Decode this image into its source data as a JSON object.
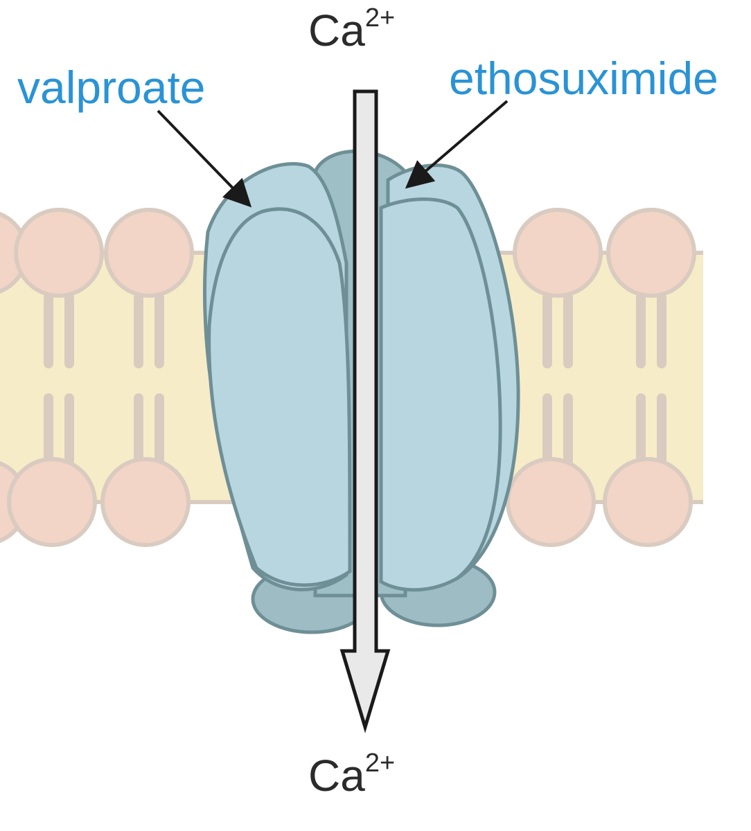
{
  "labels": {
    "ion_top_base": "Ca",
    "ion_top_charge": "2+",
    "ion_bottom_base": "Ca",
    "ion_bottom_charge": "2+",
    "drug_left": "valproate",
    "drug_right": "ethosuximide"
  },
  "colors": {
    "drug_label": "#2a93d5",
    "ion_label": "#2b2b2b",
    "bilayer_core": "#f7ecc8",
    "lipid_head_fill": "#f2d5c6",
    "lipid_outline": "#d9cbc0",
    "channel_fill": "#b7d6df",
    "channel_back": "#9fbfc7",
    "channel_foot": "#9dbcc3",
    "channel_outline": "#6f8f96",
    "flow_arrow_fill": "#e9e9e9",
    "pointer_arrow": "#1a1a1a"
  }
}
